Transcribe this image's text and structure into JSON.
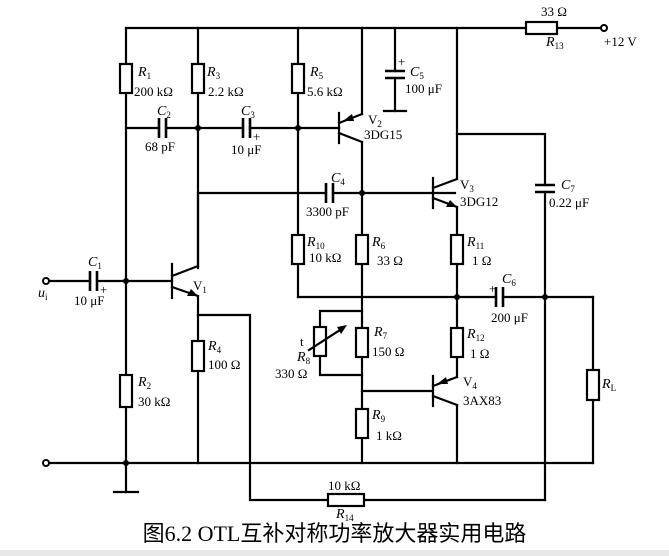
{
  "figure": {
    "caption": "图6.2   OTL互补对称功率放大器实用电路",
    "supply_label": "+12 V",
    "input_label": "u",
    "input_label_sub": "i"
  },
  "resistors": {
    "R1": {
      "name": "R",
      "sub": "1",
      "value": "200 kΩ"
    },
    "R2": {
      "name": "R",
      "sub": "2",
      "value": "30 kΩ"
    },
    "R3": {
      "name": "R",
      "sub": "3",
      "value": "2.2 kΩ"
    },
    "R4": {
      "name": "R",
      "sub": "4",
      "value": "100 Ω"
    },
    "R5": {
      "name": "R",
      "sub": "5",
      "value": "5.6 kΩ"
    },
    "R6": {
      "name": "R",
      "sub": "6",
      "value": "33 Ω"
    },
    "R7": {
      "name": "R",
      "sub": "7",
      "value": "150 Ω"
    },
    "R8": {
      "name": "R",
      "sub": "8",
      "value": "330 Ω",
      "note": "t"
    },
    "R9": {
      "name": "R",
      "sub": "9",
      "value": "1 kΩ"
    },
    "R10": {
      "name": "R",
      "sub": "10",
      "value": "10 kΩ"
    },
    "R11": {
      "name": "R",
      "sub": "11",
      "value": "1 Ω"
    },
    "R12": {
      "name": "R",
      "sub": "12",
      "value": "1 Ω"
    },
    "R13": {
      "name": "R",
      "sub": "13",
      "value": "33 Ω"
    },
    "R14": {
      "name": "R",
      "sub": "14",
      "value": "10 kΩ"
    },
    "RL": {
      "name": "R",
      "sub": "L",
      "value": ""
    }
  },
  "capacitors": {
    "C1": {
      "name": "C",
      "sub": "1",
      "value": "10 μF",
      "polarity": "+"
    },
    "C2": {
      "name": "C",
      "sub": "2",
      "value": "68 pF"
    },
    "C3": {
      "name": "C",
      "sub": "3",
      "value": "10 μF",
      "polarity": "+"
    },
    "C4": {
      "name": "C",
      "sub": "4",
      "value": "3300 pF"
    },
    "C5": {
      "name": "C",
      "sub": "5",
      "value": "100 μF",
      "polarity": "+"
    },
    "C6": {
      "name": "C",
      "sub": "6",
      "value": "200 μF",
      "polarity": "+"
    },
    "C7": {
      "name": "C",
      "sub": "7",
      "value": "0.22 μF"
    }
  },
  "transistors": {
    "V1": {
      "name": "V",
      "sub": "1",
      "type": "",
      "polarity": "NPN"
    },
    "V2": {
      "name": "V",
      "sub": "2",
      "type": "3DG15",
      "polarity": "PNP"
    },
    "V3": {
      "name": "V",
      "sub": "3",
      "type": "3DG12",
      "polarity": "NPN"
    },
    "V4": {
      "name": "V",
      "sub": "4",
      "type": "3AX83",
      "polarity": "PNP"
    }
  }
}
